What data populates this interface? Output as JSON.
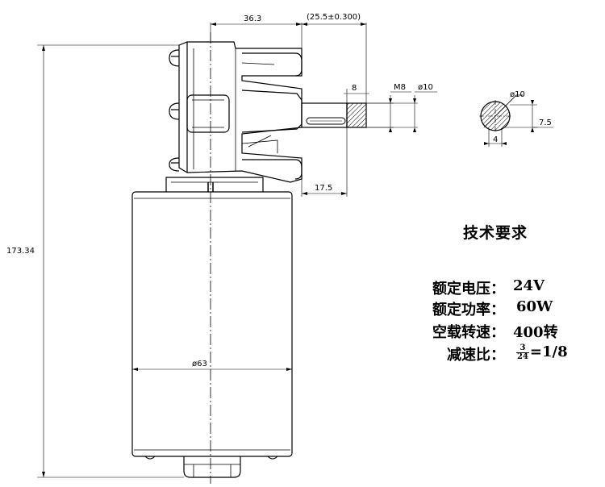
{
  "dimensions": {
    "d_36_3": "36.3",
    "d_25_5": "(25.5±0.300)",
    "d_8": "8",
    "d_m8": "M8",
    "d_phi10_shaft": "ø10",
    "d_phi10_section": "ø10",
    "d_7_5": "7.5",
    "d_4": "4",
    "d_17_5": "17.5",
    "d_173_34": "173.34",
    "d_phi63": "ø63"
  },
  "requirements": {
    "title": "技术要求",
    "items": [
      {
        "label": "额定电压：",
        "value": "24V"
      },
      {
        "label": "额定功率：",
        "value": "60W"
      },
      {
        "label": "空载转速：",
        "value": "400转"
      },
      {
        "label": "减速比：",
        "value_prefix": "",
        "frac_num": "3",
        "frac_den": "24",
        "value_suffix": "=1/8"
      }
    ]
  }
}
